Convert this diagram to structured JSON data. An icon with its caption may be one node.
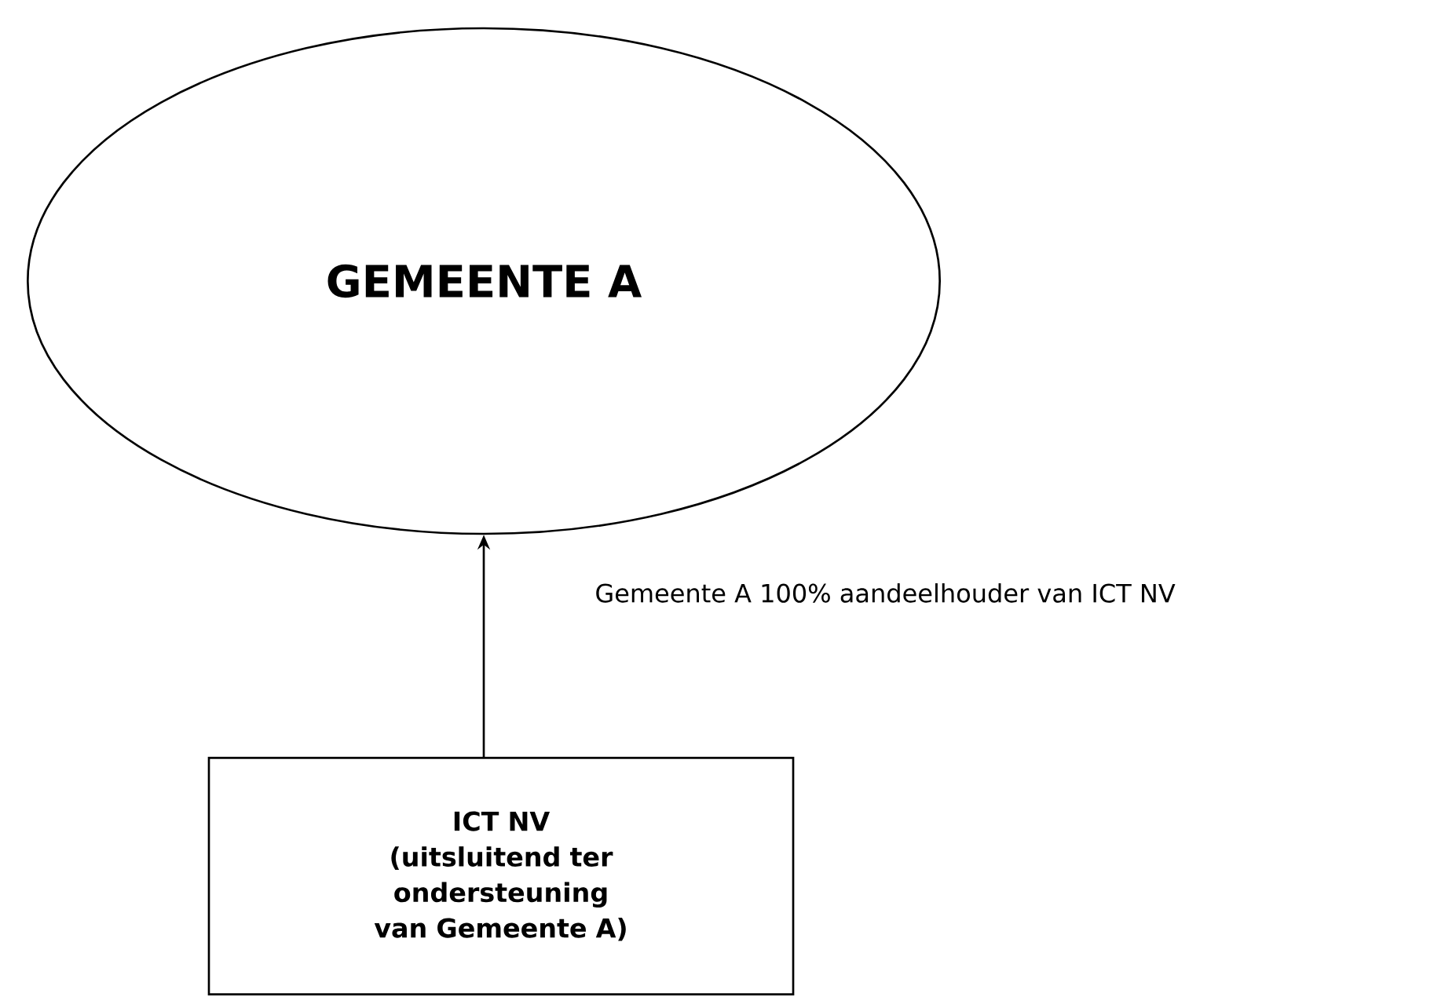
{
  "diagram": {
    "nodes": [
      {
        "text": [
          "GEMEENTE A"
        ]
      },
      {
        "text": [
          "ICT NV",
          "(uitsluitend ter ondersteuning van Gemeente A)"
        ]
      }
    ],
    "edges": [
      {
        "from": 1,
        "to": 0,
        "arrow": "to",
        "label": "Gemeente A 100% aandeelhouder van ICT NV"
      }
    ]
  }
}
